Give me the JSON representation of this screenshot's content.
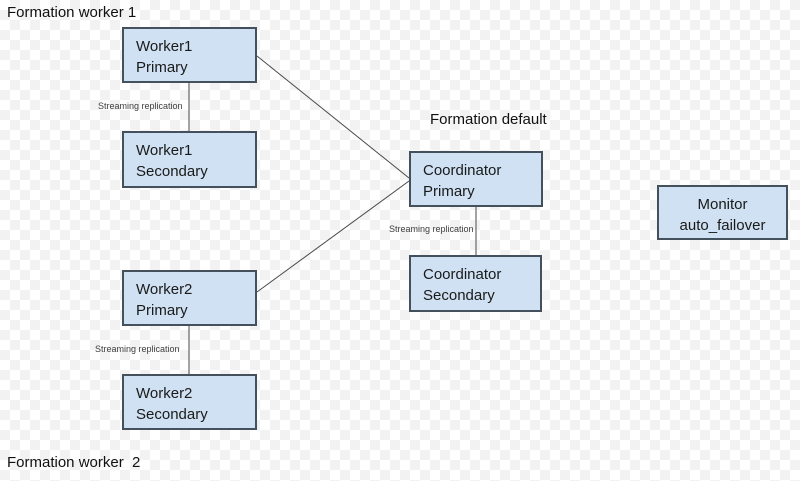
{
  "diagram": {
    "titles": {
      "formation_worker1": "Formation worker 1",
      "formation_default": "Formation default",
      "formation_worker2": "Formation worker  2"
    },
    "nodes": {
      "worker1_primary": {
        "line1": "Worker1",
        "line2": "Primary"
      },
      "worker1_secondary": {
        "line1": "Worker1",
        "line2": "Secondary"
      },
      "coordinator_primary": {
        "line1": "Coordinator",
        "line2": "Primary"
      },
      "coordinator_secondary": {
        "line1": "Coordinator",
        "line2": "Secondary"
      },
      "monitor": {
        "line1": "Monitor",
        "line2": "auto_failover"
      },
      "worker2_primary": {
        "line1": "Worker2",
        "line2": "Primary"
      },
      "worker2_secondary": {
        "line1": "Worker2",
        "line2": "Secondary"
      }
    },
    "connections": [
      {
        "from": "worker1_primary",
        "to": "worker1_secondary",
        "label": "Streaming replication"
      },
      {
        "from": "worker1_primary",
        "to": "coordinator_primary",
        "label": ""
      },
      {
        "from": "coordinator_primary",
        "to": "coordinator_secondary",
        "label": "Streaming replication"
      },
      {
        "from": "worker2_primary",
        "to": "coordinator_primary",
        "label": ""
      },
      {
        "from": "worker2_primary",
        "to": "worker2_secondary",
        "label": "Streaming replication"
      }
    ],
    "colors": {
      "node_fill": "#cfe1f2",
      "node_border": "#44505c",
      "connector": "#4a4a4a",
      "checker_light": "#ffffff",
      "checker_gray": "#f2f2f2",
      "text": "#1a1a1a"
    }
  }
}
